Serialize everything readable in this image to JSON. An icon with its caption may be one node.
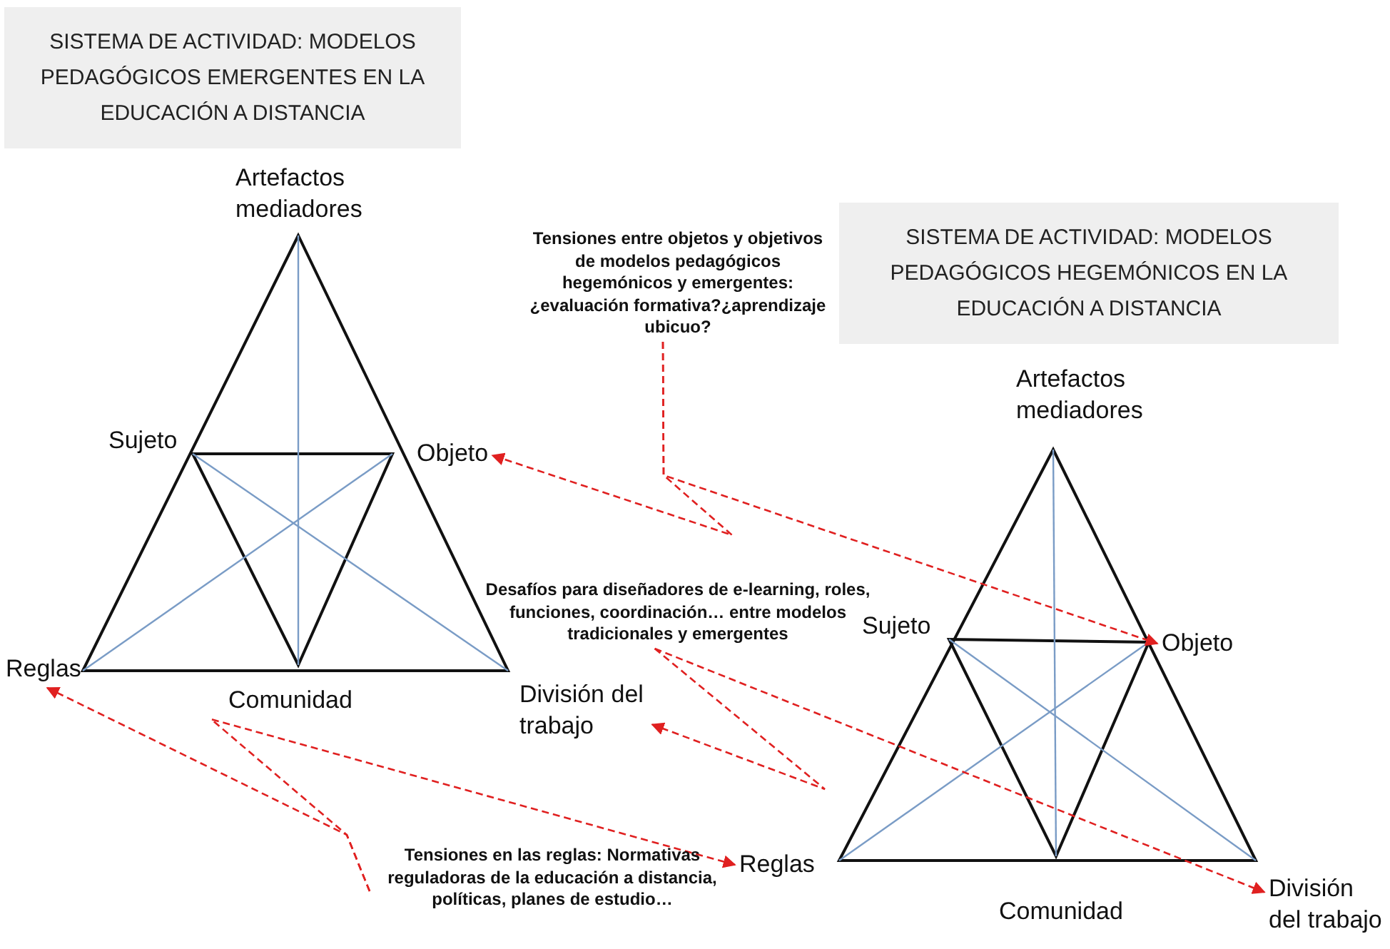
{
  "diagram": {
    "nodes": [
      {
        "text": [
          "SISTEMA DE ACTIVIDAD: MODELOS PEDAGÓGICOS EMERGENTES EN LA EDUCACIÓN A DISTANCIA"
        ]
      },
      {
        "text": [
          "Artefactos mediadores"
        ]
      },
      {
        "text": [
          "Sujeto"
        ]
      },
      {
        "text": [
          "Objeto"
        ]
      },
      {
        "text": [
          "Reglas"
        ]
      },
      {
        "text": [
          "Comunidad"
        ]
      },
      {
        "text": [
          "División del trabajo"
        ]
      },
      {
        "text": [
          "SISTEMA DE ACTIVIDAD: MODELOS PEDAGÓGICOS HEGEMÓNICOS EN LA EDUCACIÓN A DISTANCIA"
        ]
      },
      {
        "text": [
          "Tensiones entre objetos y objetivos de modelos pedagógicos hegemónicos y emergentes: ¿evaluación formativa?¿aprendizaje ubicuo?"
        ]
      },
      {
        "text": [
          "Artefactos mediadores"
        ]
      },
      {
        "text": [
          "Sujeto"
        ]
      },
      {
        "text": [
          "Objeto"
        ]
      },
      {
        "text": [
          "Desafíos para diseñadores de e-learning, roles, funciones, coordinación… entre modelos tradicionales y emergentes"
        ]
      },
      {
        "text": [
          "Reglas"
        ]
      },
      {
        "text": [
          "División del trabajo"
        ]
      },
      {
        "text": [
          "Comunidad"
        ]
      },
      {
        "text": [
          "Tensiones en las reglas: Normativas reguladoras de la educación a distancia, políticas, planes de estudio…"
        ]
      }
    ],
    "edges": [
      {
        "from": 8,
        "to": 3,
        "arrow": "to",
        "style": "dashed"
      },
      {
        "from": 8,
        "to": 11,
        "arrow": "to",
        "style": "dashed"
      },
      {
        "from": 12,
        "to": 6,
        "arrow": "to",
        "style": "dashed"
      },
      {
        "from": 12,
        "to": 14,
        "arrow": "to",
        "style": "dashed"
      },
      {
        "from": 16,
        "to": 4,
        "arrow": "to",
        "style": "dashed"
      },
      {
        "from": 16,
        "to": 13,
        "arrow": "to",
        "style": "dashed"
      }
    ]
  }
}
